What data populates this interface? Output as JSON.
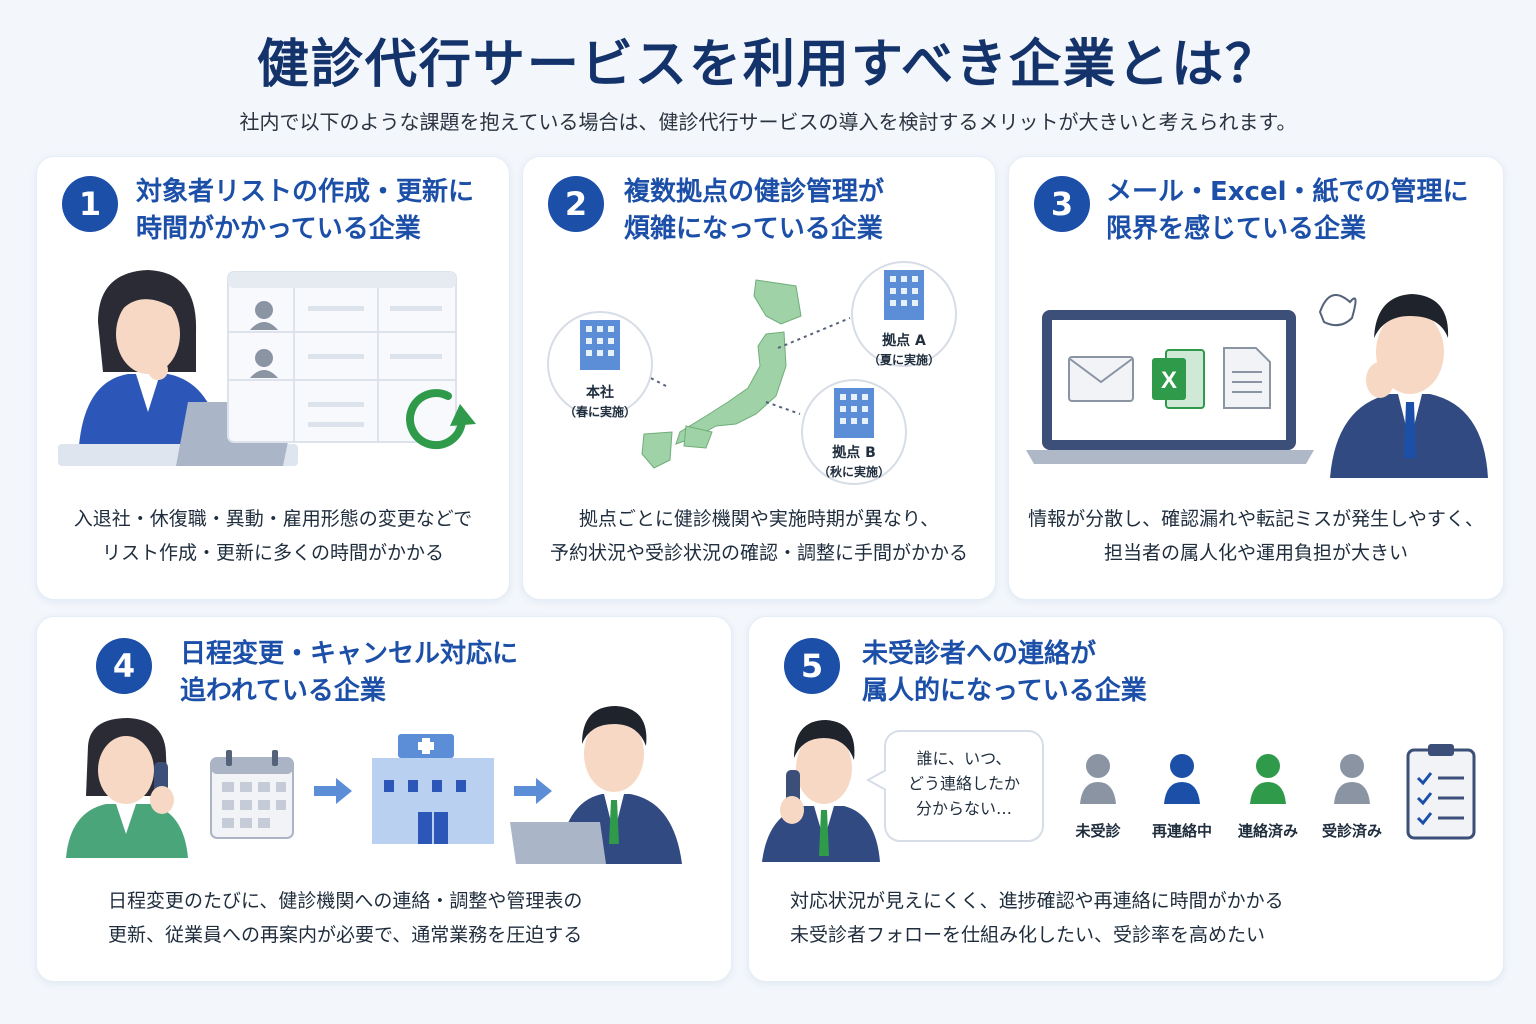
{
  "header": {
    "title": "健診代行サービスを利用すべき企業とは？",
    "subtitle": "社内で以下のような課題を抱えている場合は、健診代行サービスの導入を検討するメリットが大きいと考えられます。"
  },
  "colors": {
    "primary": "#1c4fa8",
    "title": "#14336b",
    "green": "#2e9a4a",
    "map": "#9fd2a6"
  },
  "cards": [
    {
      "number": "1",
      "title_line1": "対象者リストの作成・更新に",
      "title_line2": "時間がかかっている企業",
      "desc_line1": "入退社・休復職・異動・雇用形態の変更などで",
      "desc_line2": "リスト作成・更新に多くの時間がかかる",
      "icons": [
        "person-at-laptop-icon",
        "spreadsheet-icon",
        "refresh-icon"
      ]
    },
    {
      "number": "2",
      "title_line1": "複数拠点の健診管理が",
      "title_line2": "煩雑になっている企業",
      "desc_line1": "拠点ごとに健診機関や実施時期が異なり、",
      "desc_line2": "予約状況や受診状況の確認・調整に手間がかかる",
      "sites": [
        {
          "name": "本社",
          "note": "（春に実施）"
        },
        {
          "name": "拠点 A",
          "note": "（夏に実施）"
        },
        {
          "name": "拠点 B",
          "note": "（秋に実施）"
        }
      ],
      "icons": [
        "japan-map-icon",
        "building-icon"
      ]
    },
    {
      "number": "3",
      "title_line1": "メール・Excel・紙での管理に",
      "title_line2": "限界を感じている企業",
      "desc_line1": "情報が分散し、確認漏れや転記ミスが発生しやすく、",
      "desc_line2": "担当者の属人化や運用負担が大きい",
      "excel_letter": "X",
      "icons": [
        "laptop-icon",
        "mail-icon",
        "excel-icon",
        "document-icon",
        "worried-man-icon"
      ]
    },
    {
      "number": "4",
      "title_line1": "日程変更・キャンセル対応に",
      "title_line2": "追われている企業",
      "desc_line1": "日程変更のたびに、健診機関への連絡・調整や管理表の",
      "desc_line2": "更新、従業員への再案内が必要で、通常業務を圧迫する",
      "icons": [
        "woman-on-phone-icon",
        "calendar-icon",
        "arrow-right-icon",
        "hospital-icon",
        "man-at-laptop-icon"
      ]
    },
    {
      "number": "5",
      "title_line1": "未受診者への連絡が",
      "title_line2": "属人的になっている企業",
      "desc_line1": "対応状況が見えにくく、進捗確認や再連絡に時間がかかる",
      "desc_line2": "未受診者フォローを仕組み化したい、受診率を高めたい",
      "bubble_line1": "誰に、いつ、",
      "bubble_line2": "どう連絡したか",
      "bubble_line3": "分からない…",
      "statuses": [
        {
          "label": "未受診",
          "color": "#8a94a3"
        },
        {
          "label": "再連絡中",
          "color": "#1c4fa8"
        },
        {
          "label": "連絡済み",
          "color": "#2e9a4a"
        },
        {
          "label": "受診済み",
          "color": "#8a94a3"
        }
      ],
      "icons": [
        "man-on-phone-icon",
        "speech-bubble-icon",
        "person-icon",
        "checklist-icon"
      ]
    }
  ]
}
